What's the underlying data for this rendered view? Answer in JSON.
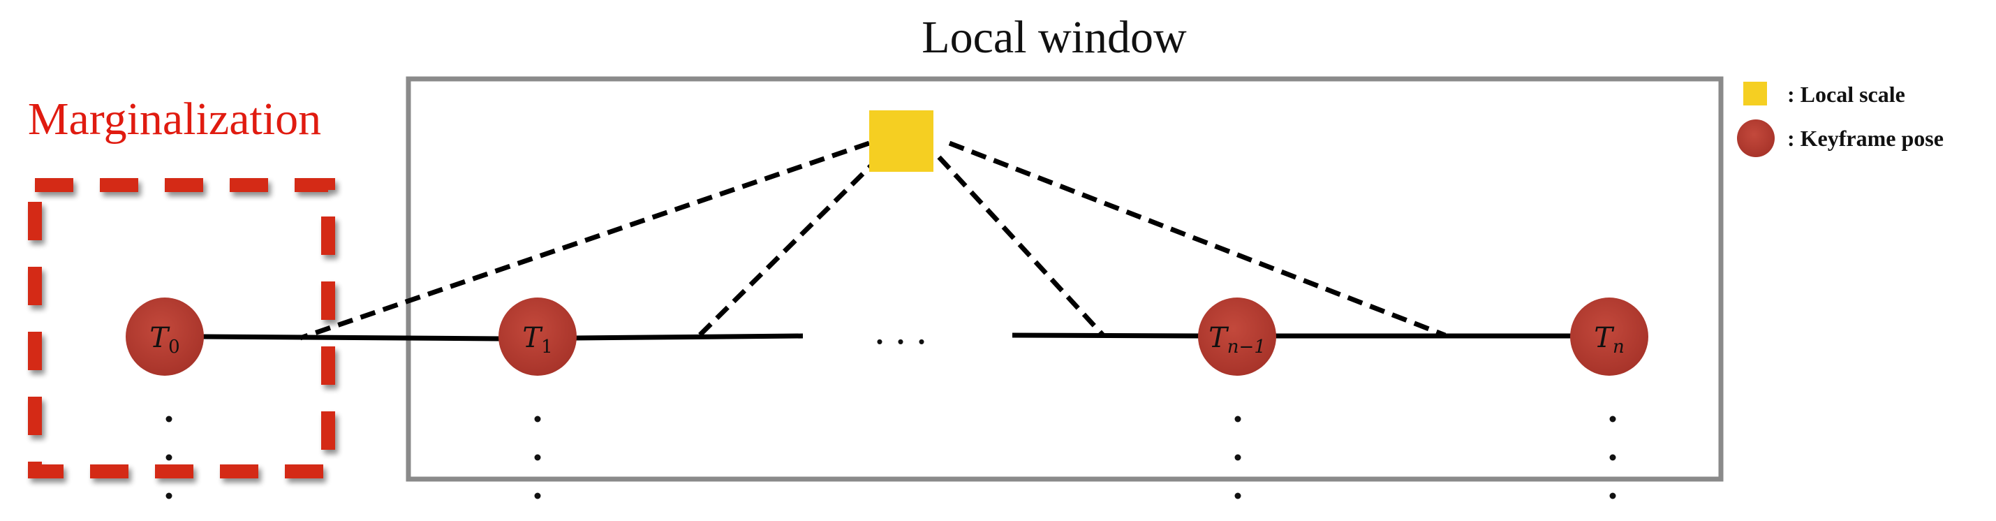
{
  "title": "Local window",
  "marginalization_label": "Marginalization",
  "legend": {
    "local_scale": ": Local scale",
    "keyframe_pose": ": Keyframe pose"
  },
  "nodes": [
    {
      "base": "T",
      "sub": "0"
    },
    {
      "base": "T",
      "sub": "1"
    },
    {
      "base": "T",
      "sub": "n−1"
    },
    {
      "base": "T",
      "sub": "n"
    }
  ],
  "ellipsis": ". . .",
  "colors": {
    "node_fill": "#b23a2f",
    "scale_fill": "#f5cf22",
    "window_stroke": "#8a8a8a",
    "marg_stroke": "#d42a12",
    "marg_text": "#e01b10"
  }
}
